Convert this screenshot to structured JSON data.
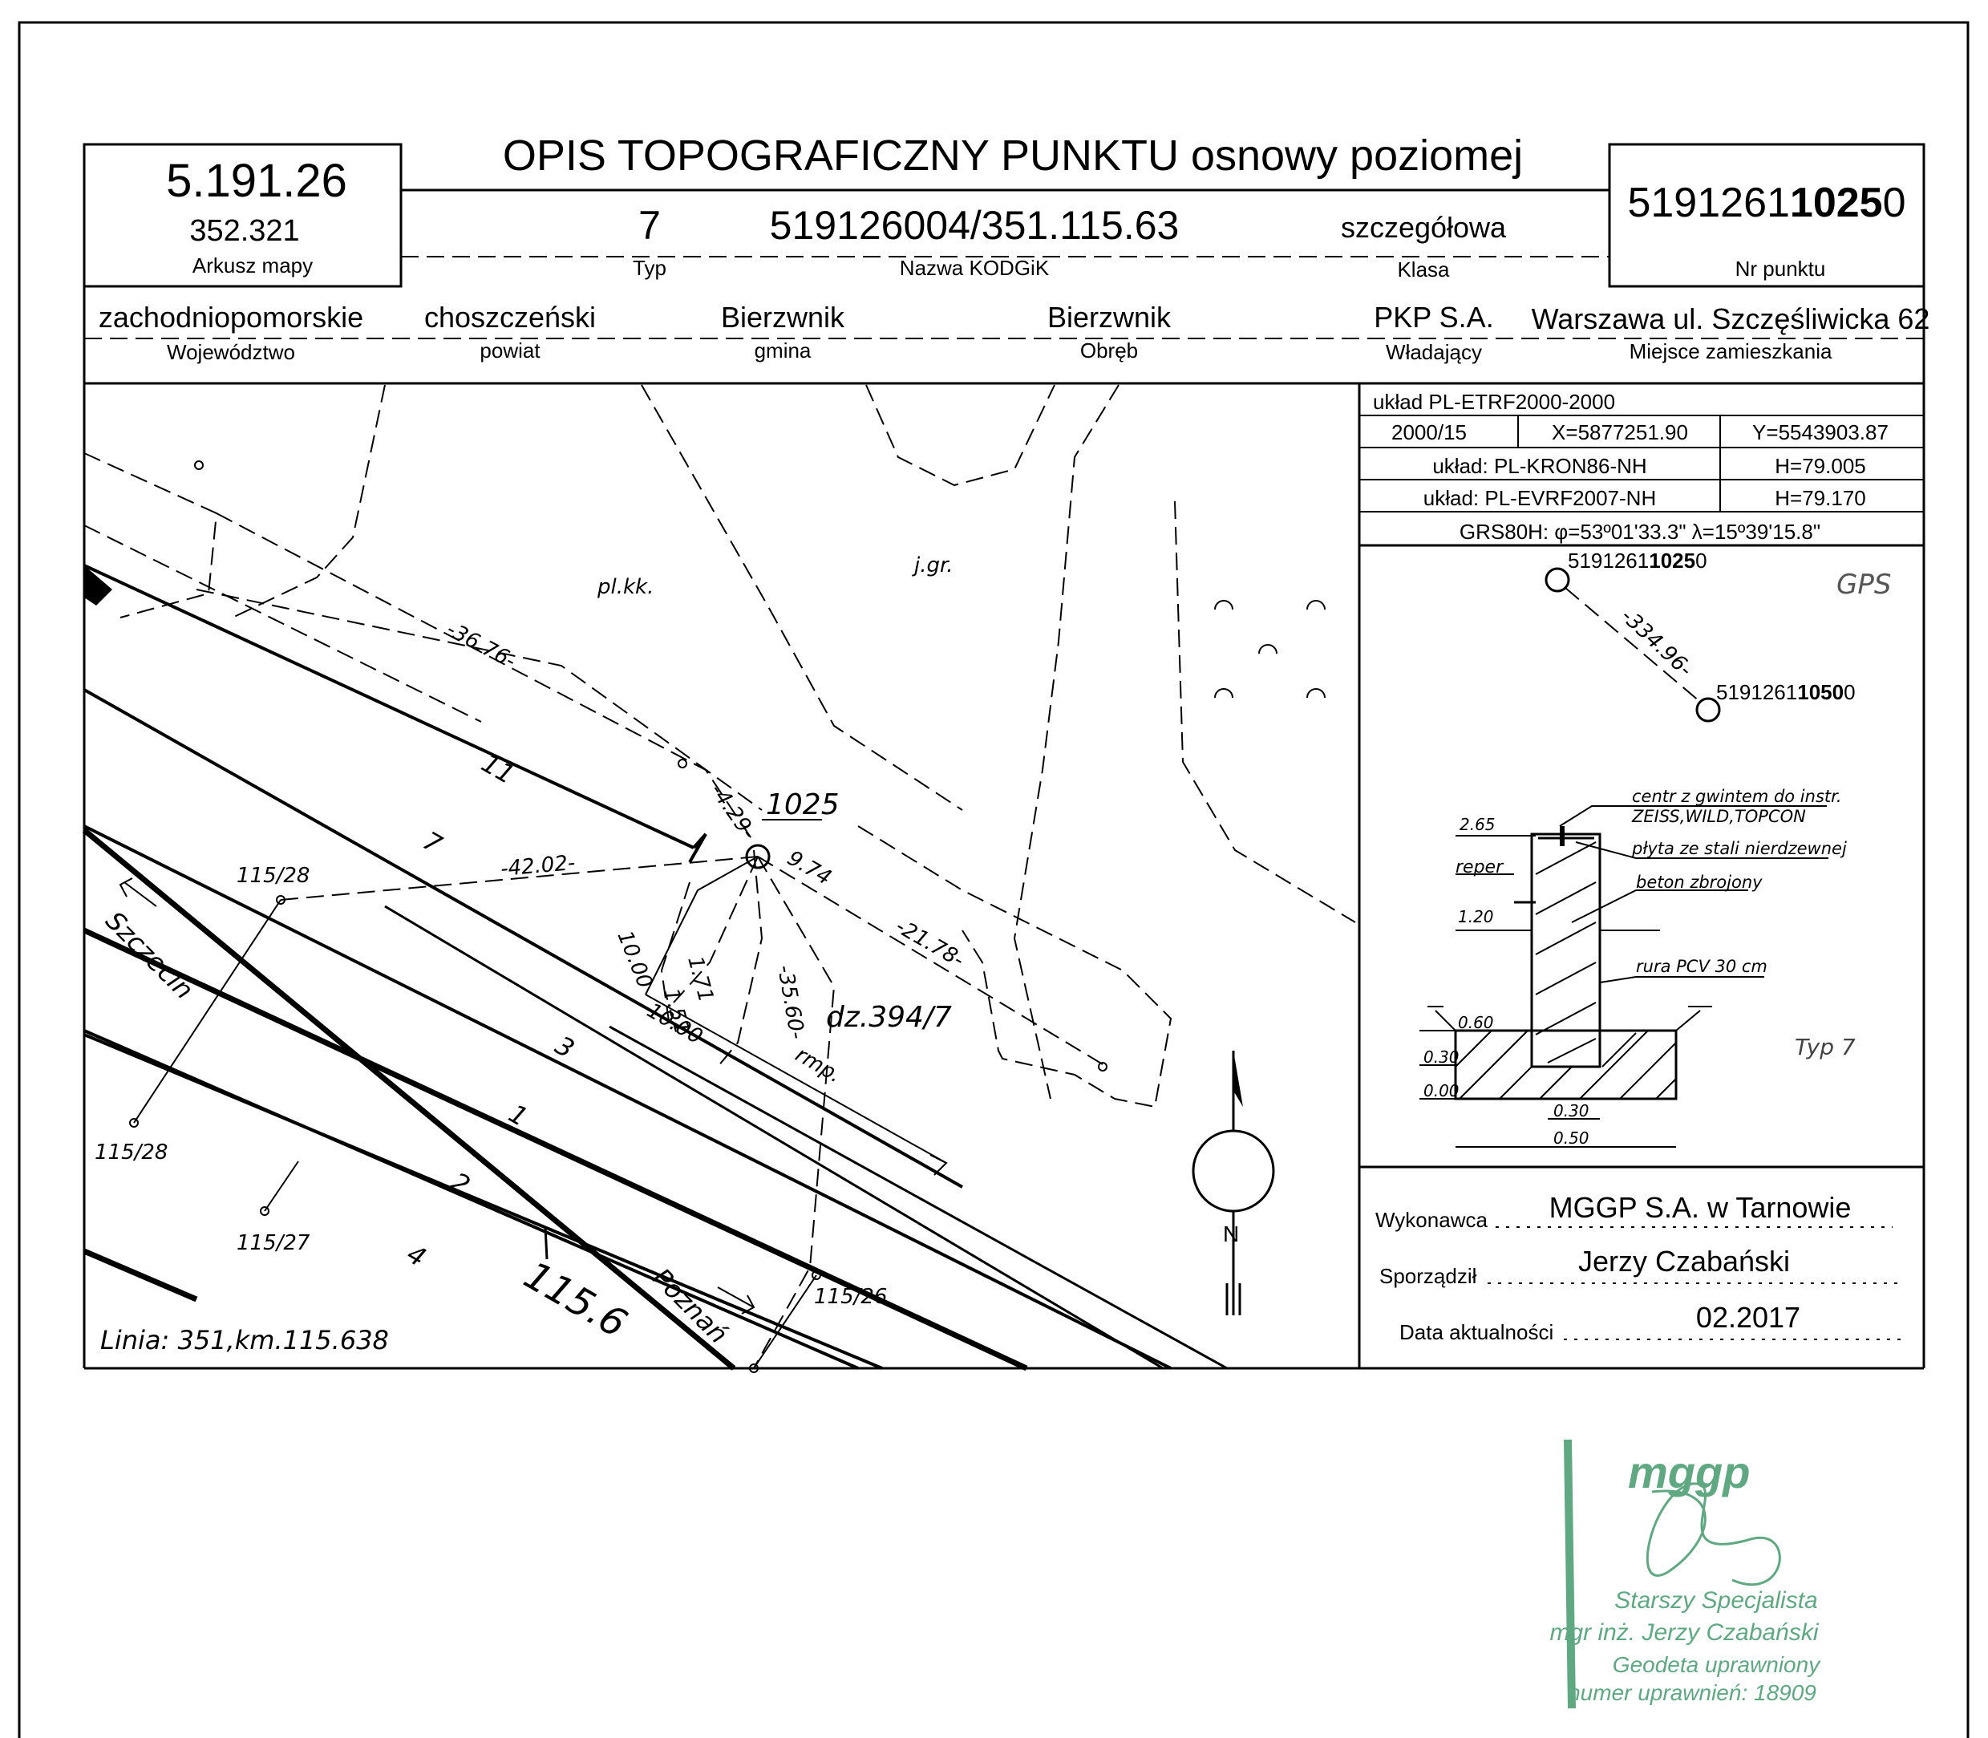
{
  "header": {
    "title": "OPIS TOPOGRAFICZNY PUNKTU osnowy poziomej",
    "map_sheet_value1": "5.191.26",
    "map_sheet_value2": "352.321",
    "map_sheet_label": "Arkusz mapy",
    "type_value": "7",
    "type_label": "Typ",
    "kodgik_value": "519126004/351.115.63",
    "kodgik_label": "Nazwa KODGiK",
    "class_value": "szczegółowa",
    "class_label": "Klasa",
    "point_no_prefix": "519126",
    "point_no_mid": "1",
    "point_no_bold": "1025",
    "point_no_suffix": "0",
    "point_no_label": "Nr punktu"
  },
  "admin": {
    "voivodeship_value": "zachodniopomorskie",
    "voivodeship_label": "Województwo",
    "county_value": "choszczeński",
    "county_label": "powiat",
    "commune_value": "Bierzwnik",
    "commune_label": "gmina",
    "precinct_value": "Bierzwnik",
    "precinct_label": "Obręb",
    "owner_value": "PKP S.A.",
    "owner_label": "Władający",
    "address_value": "Warszawa ul. Szczęśliwicka 62",
    "address_label": "Miejsce zamieszkania"
  },
  "coords": {
    "system1": "układ PL-ETRF2000-2000",
    "zone": "2000/15",
    "x": "X=5877251.90",
    "y": "Y=5543903.87",
    "system_h1": "układ: PL-KRON86-NH",
    "h1": "H=79.005",
    "system_h2": "układ: PL-EVRF2007-NH",
    "h2": "H=79.170",
    "grs": "GRS80H: φ=53º01'33.3\" λ=15º39'15.8\""
  },
  "gps_sketch": {
    "point_a_prefix": "5191261",
    "point_a_bold": "1025",
    "point_a_suffix": "0",
    "point_b_prefix": "5191261",
    "point_b_bold": "1050",
    "point_b_suffix": "0",
    "distance": "-334.96-",
    "gps_label": "GPS"
  },
  "construction": {
    "centre_label1": "centr z gwintem do instr.",
    "centre_label2": "ZEISS,WILD,TOPCON",
    "plate_label": "płyta ze stali nierdzewnej",
    "concrete_label": "beton zbrojony",
    "pipe_label": "rura PCV 30 cm",
    "reper_label": "reper",
    "type_label": "Typ 7",
    "dim_265": "2.65",
    "dim_120": "1.20",
    "dim_060": "0.60",
    "dim_030": "0.30",
    "dim_000": "0.00",
    "dim_030_bottom": "0.30",
    "dim_050": "0.50"
  },
  "signatures": {
    "contractor_label": "Wykonawca",
    "contractor_value": "MGGP S.A.  w Tarnowie",
    "author_label": "Sporządził",
    "author_value": "Jerzy Czabański",
    "date_label": "Data aktualności",
    "date_value": "02.2017"
  },
  "map": {
    "label_plkk": "pl.kk.",
    "label_jgr": "j.gr.",
    "point_label": "1025",
    "parcel": "dz.394/7",
    "rmp": "rmp.",
    "meas_3676": "-36.76-",
    "meas_429": "-4.29-",
    "meas_4202": "-42.02-",
    "meas_974": "9.74",
    "meas_2178": "-21.78-",
    "meas_3560": "-35.60-",
    "meas_1000a": "10.00",
    "meas_1000b": "10.00",
    "meas_171": "1.71",
    "meas_151": "1.51",
    "km_115_28a": "115/28",
    "km_115_28b": "115/28",
    "km_115_27": "115/27",
    "km_115_26": "115/26",
    "track_11": "11",
    "track_7": "7",
    "track_3": "3",
    "track_1": "1",
    "track_2": "2",
    "track_4": "4",
    "km_marker": "115.6",
    "dir_szczecin": "Szczecin",
    "dir_poznan": "Poznań",
    "line_info": "Linia: 351,km.115.638"
  },
  "stamp": {
    "logo": "mggp",
    "line1": "Starszy Specjalista",
    "line2": "mgr inż. Jerzy Czabański",
    "line3": "Geodeta uprawniony",
    "line4": "numer uprawnień: 18909"
  }
}
